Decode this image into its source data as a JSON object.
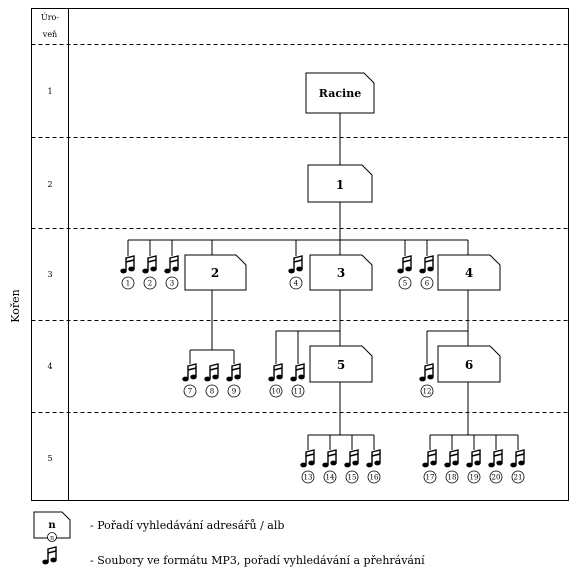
{
  "header": {
    "level_label_1": "Úro-",
    "level_label_2": "veň"
  },
  "side_label": "Kořen",
  "levels": [
    "1",
    "2",
    "3",
    "4",
    "5"
  ],
  "folders": {
    "root": "Racine",
    "f1": "1",
    "f2": "2",
    "f3": "3",
    "f4": "4",
    "f5": "5",
    "f6": "6"
  },
  "files": [
    "1",
    "2",
    "3",
    "4",
    "5",
    "6",
    "7",
    "8",
    "9",
    "10",
    "11",
    "12",
    "13",
    "14",
    "15",
    "16",
    "17",
    "18",
    "19",
    "20",
    "21"
  ],
  "legend": {
    "folder_letter": "n",
    "folder_sub": "n",
    "folder_text": "- Pořadí vyhledávání adresářů / alb",
    "file_text": "- Soubory ve formátu MP3, pořadí vyhledávání a přehrávání"
  }
}
